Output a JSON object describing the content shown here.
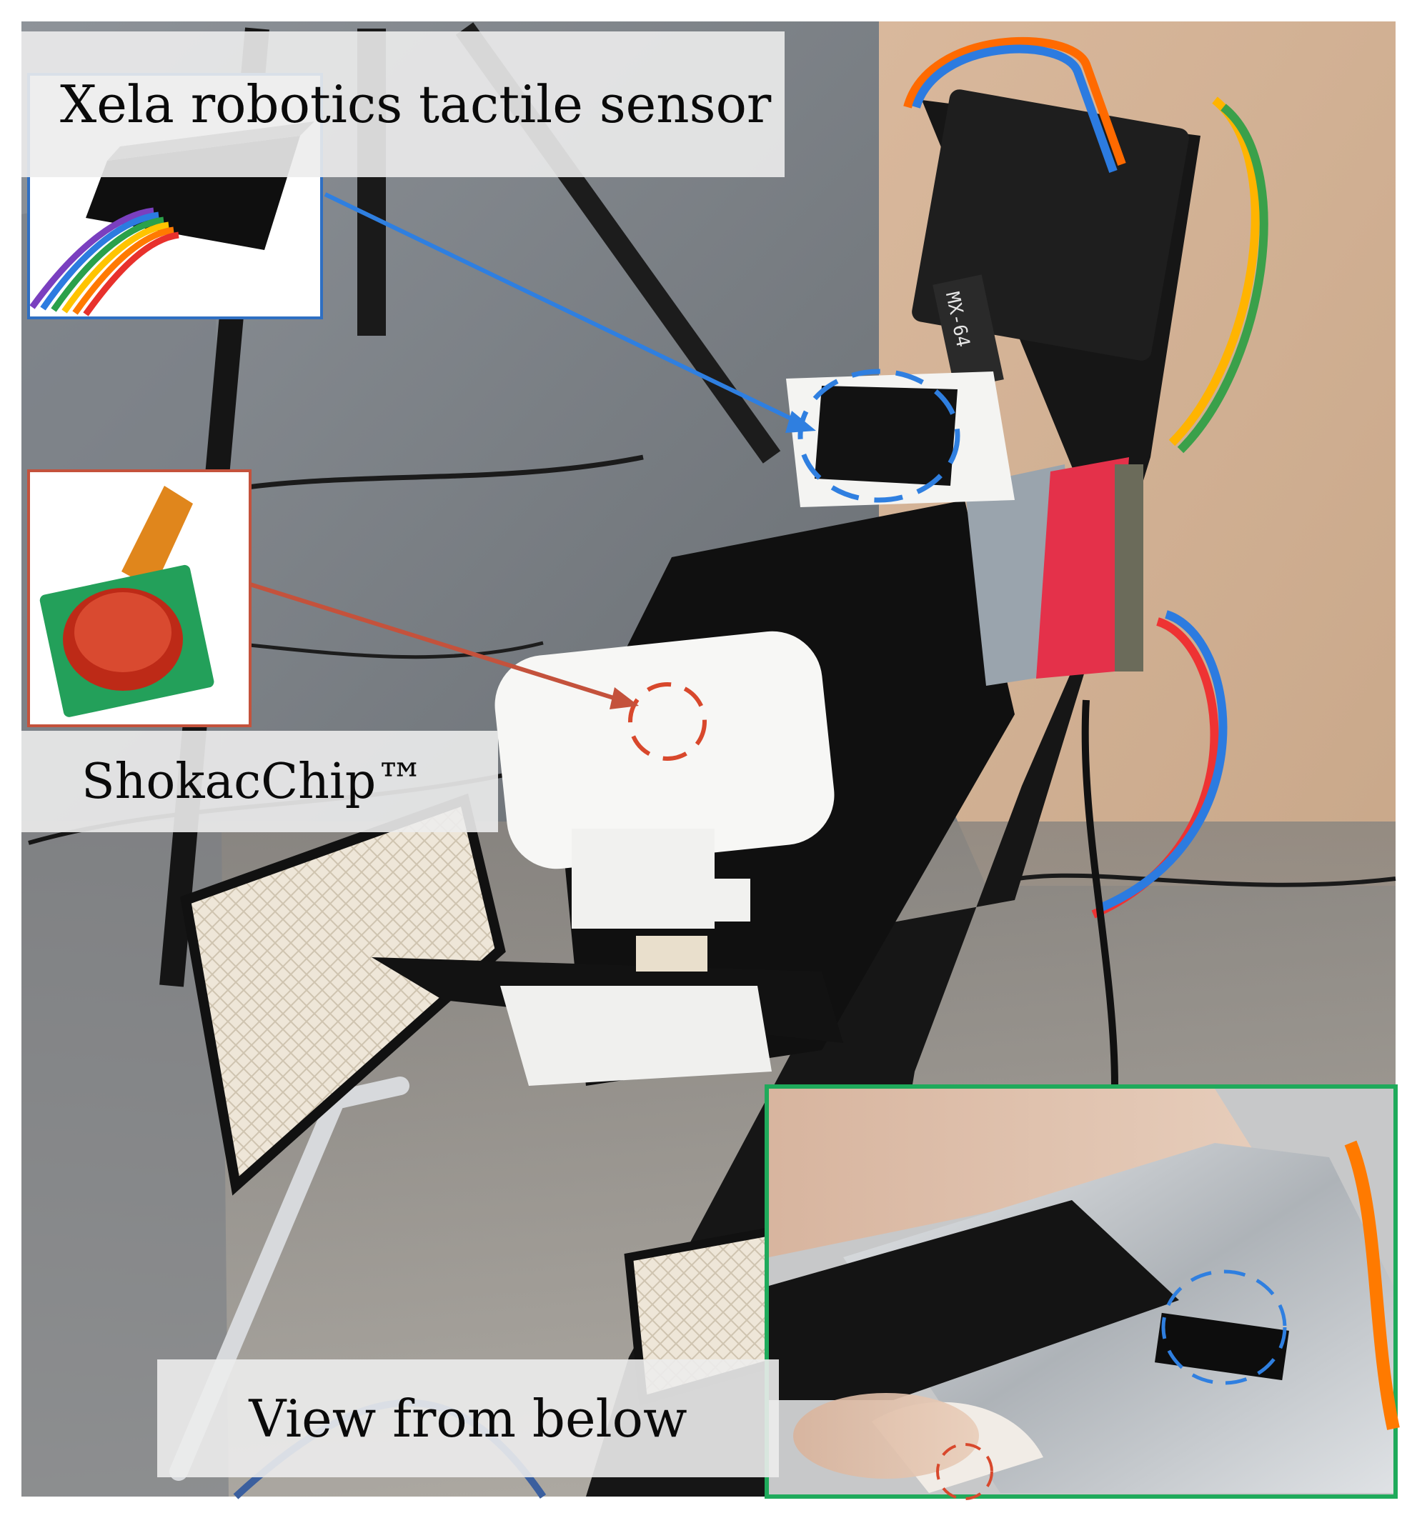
{
  "labels": {
    "xela": "Xela robotics tactile sensor",
    "shokac": "ShokacChip™",
    "below": "View from below"
  },
  "insets": {
    "xela_frame_color": "#2f6fc2",
    "shokac_frame_color": "#c4523c",
    "below_frame_color": "#1faa5b"
  },
  "markers": {
    "xela_circle_color": "#2f7fe0",
    "shokac_circle_color": "#d8482c",
    "blue_arrow_color": "#2f7fe0",
    "red_arrow_color": "#c4523c"
  },
  "icons": [
    "xela-sensor-inset",
    "shokacchip-inset",
    "view-from-below-inset"
  ]
}
